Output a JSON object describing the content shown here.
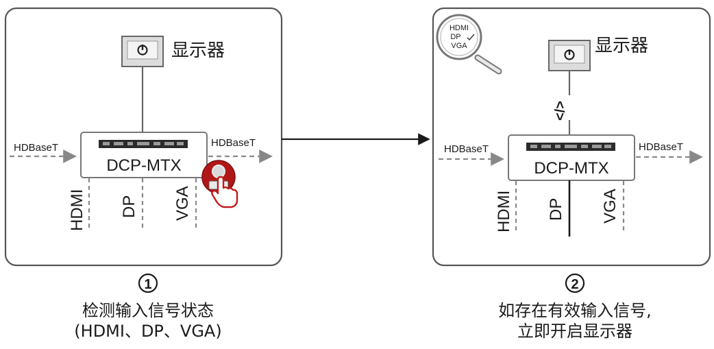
{
  "panel1": {
    "monitor_label": "显示器",
    "device_name": "DCP-MTX",
    "input_left": "HDBaseT",
    "output_right": "HDBaseT",
    "ports": [
      "HDMI",
      "DP",
      "VGA"
    ]
  },
  "panel2": {
    "monitor_label": "显示器",
    "device_name": "DCP-MTX",
    "input_left": "HDBaseT",
    "output_right": "HDBaseT",
    "ports": [
      "HDMI",
      "DP",
      "VGA"
    ],
    "magnifier_lines": [
      "HDMI",
      "DP",
      "VGA"
    ],
    "link_symbol": "</>"
  },
  "steps": [
    {
      "number": "1",
      "line1": "检测输入信号状态",
      "line2": "(HDMI、DP、VGA)"
    },
    {
      "number": "2",
      "line1": "如存在有效输入信号,",
      "line2": "立即开启显示器"
    }
  ]
}
